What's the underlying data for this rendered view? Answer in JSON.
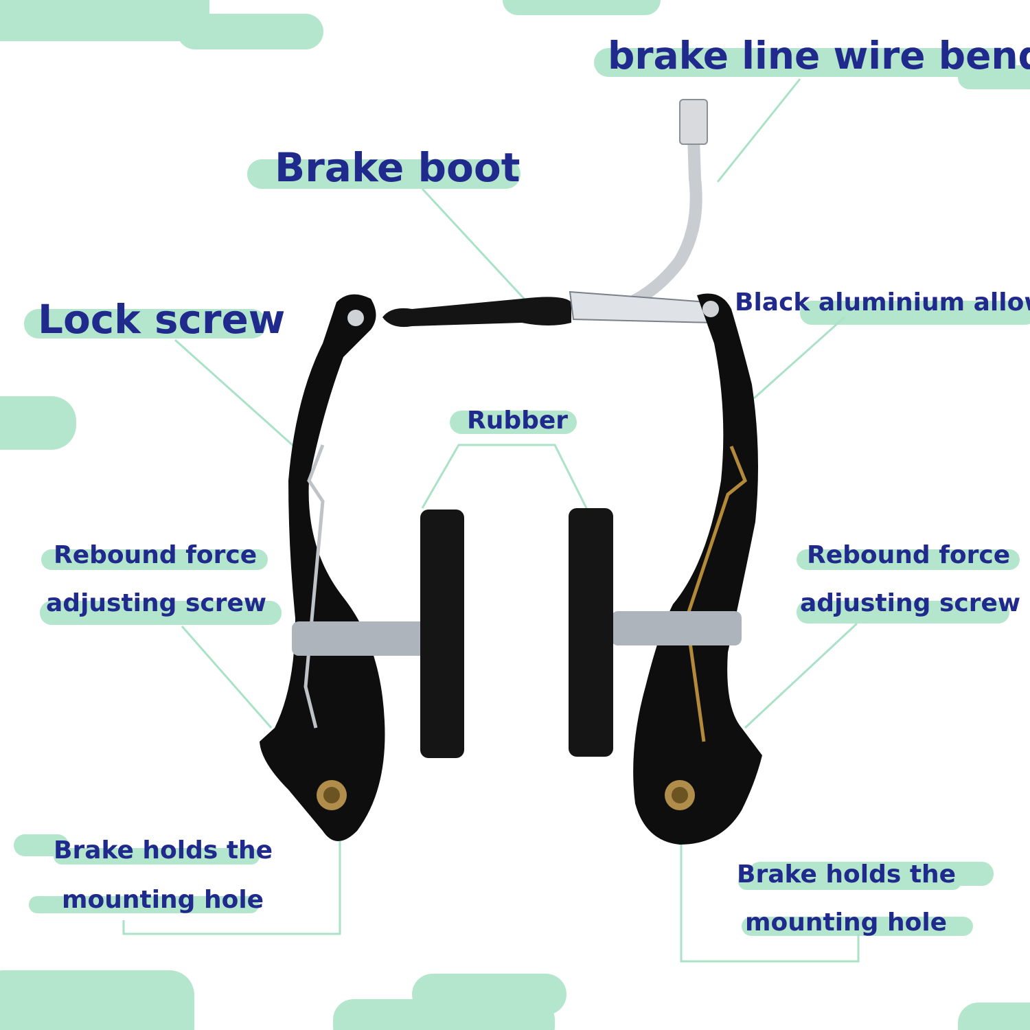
{
  "labels": {
    "wire_bend": "brake line wire bend",
    "brake_boot": "Brake boot",
    "lock_screw": "Lock screw",
    "black_aluminium": "Black aluminium allow",
    "rubber": "Rubber",
    "rebound_left_1": "Rebound force",
    "rebound_left_2": "adjusting screw",
    "rebound_right_1": "Rebound force",
    "rebound_right_2": "adjusting screw",
    "mount_left_1": "Brake holds the",
    "mount_left_2": "mounting hole",
    "mount_right_1": "Brake holds the",
    "mount_right_2": "mounting hole"
  },
  "colors": {
    "label_text": "#1f2a8c",
    "highlight": "#b4e6cd",
    "leader_line": "#a9e2c6",
    "brake_body": "#111111"
  }
}
